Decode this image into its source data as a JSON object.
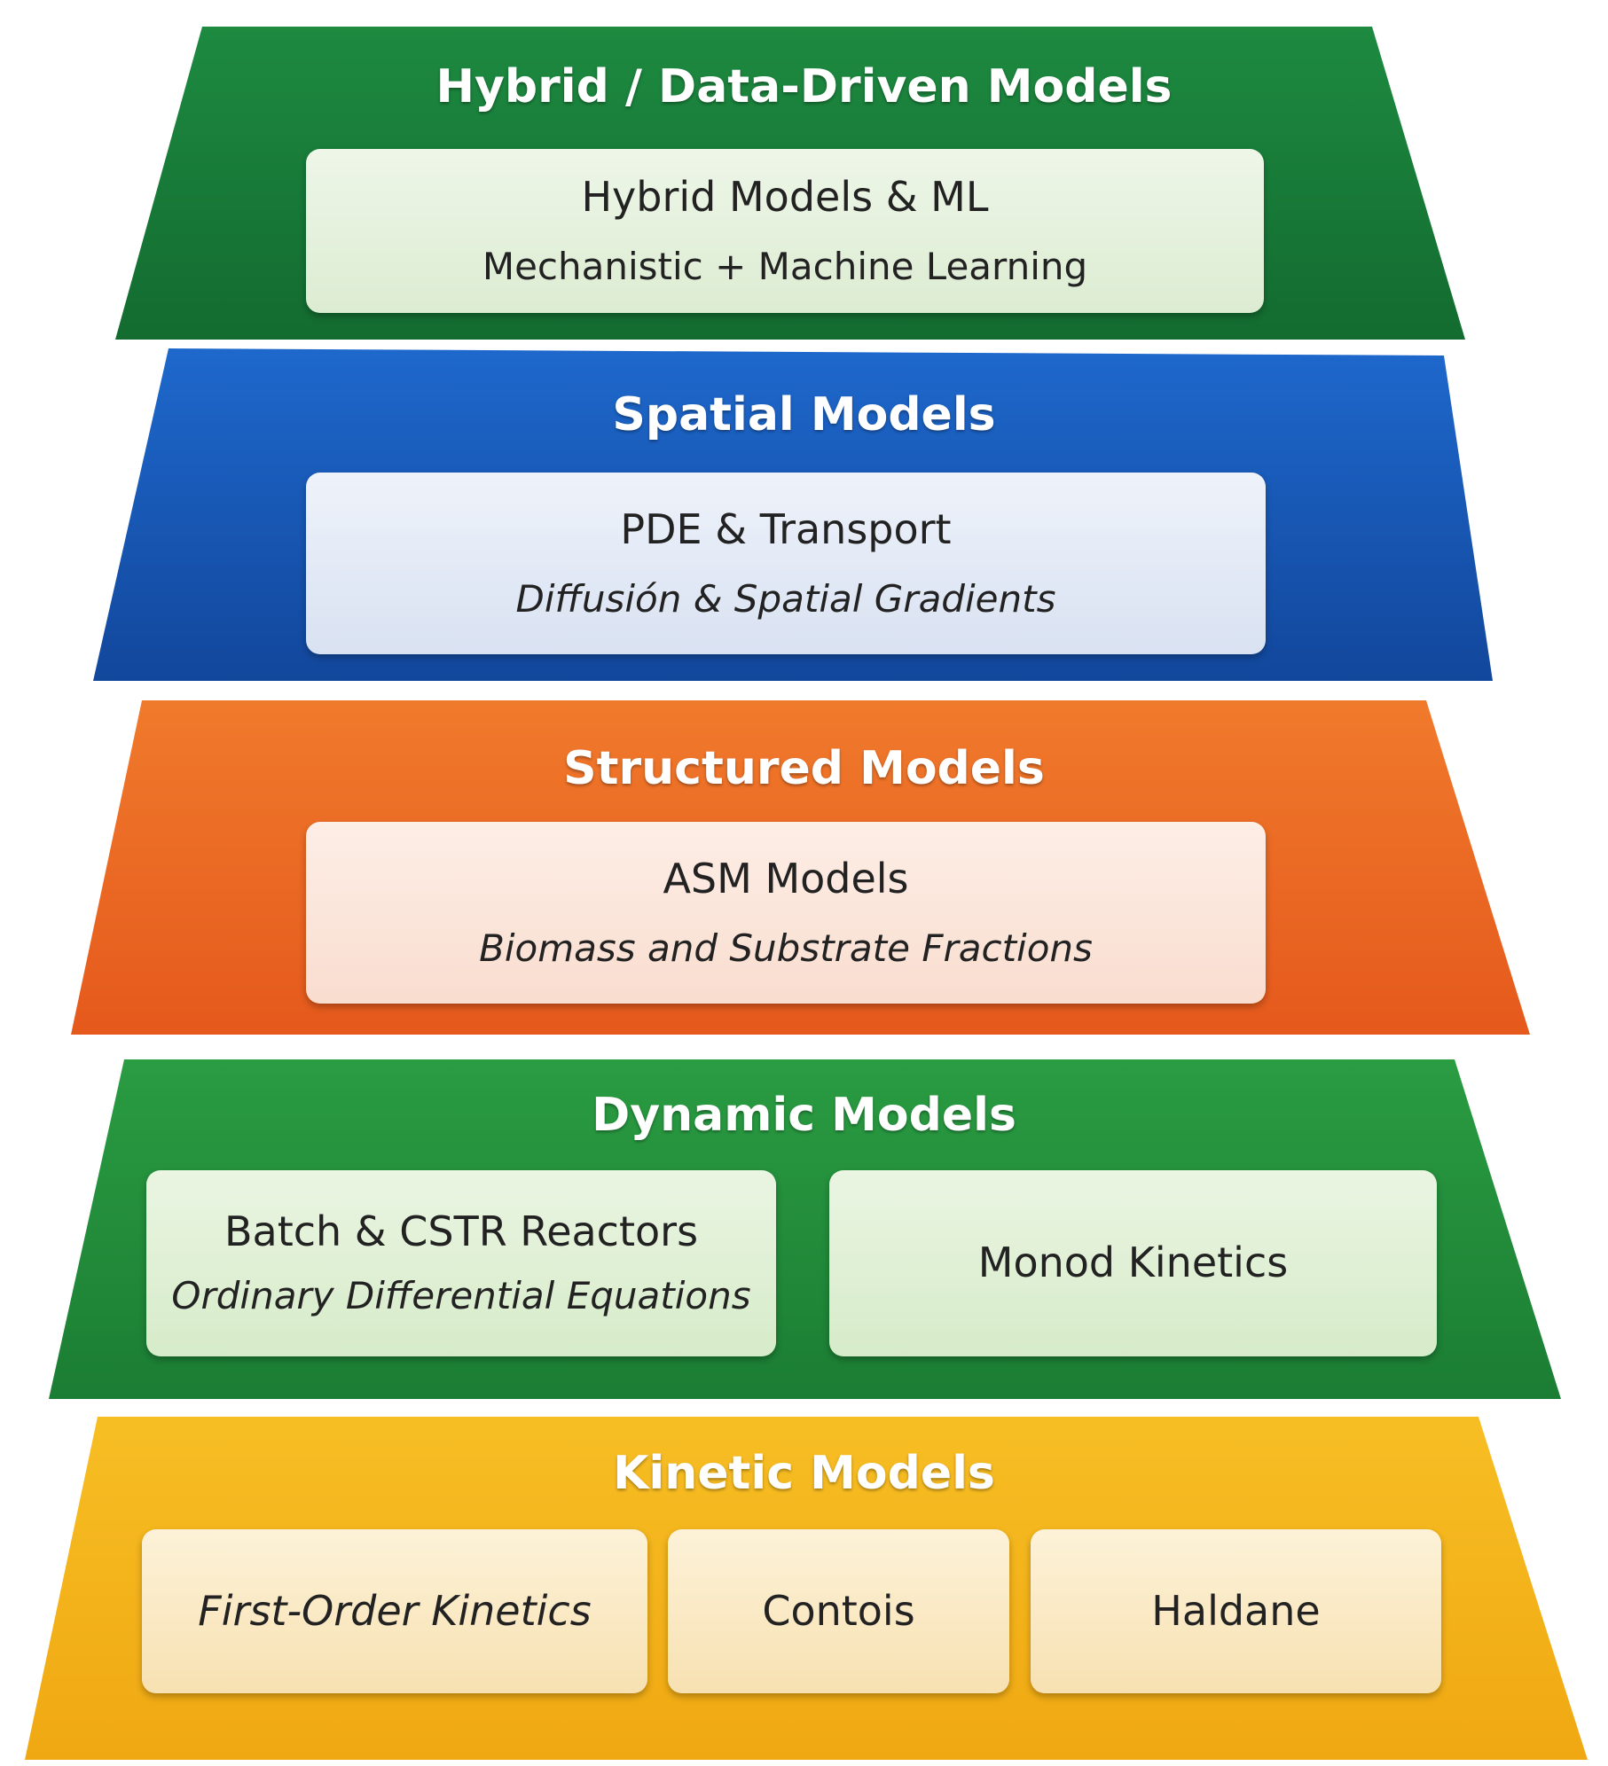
{
  "layers": {
    "hybrid": {
      "title": "Hybrid / Data-Driven Models",
      "color": "#1b7a3a",
      "box": {
        "main": "Hybrid Models & ML",
        "sub": "Mechanistic + Machine Learning"
      }
    },
    "spatial": {
      "title": "Spatial Models",
      "color": "#1857b8",
      "box": {
        "main": "PDE & Transport",
        "sub": "Diffusión & Spatial Gradients"
      }
    },
    "structured": {
      "title": "Structured Models",
      "color": "#ee6a22",
      "box": {
        "main": "ASM Models",
        "sub": "Biomass and Substrate Fractions"
      }
    },
    "dynamic": {
      "title": "Dynamic Models",
      "color": "#23913c",
      "boxes": [
        {
          "main": "Batch & CSTR Reactors",
          "sub": "Ordinary Differential Equations"
        },
        {
          "main": "Monod Kinetics"
        }
      ]
    },
    "kinetic": {
      "title": "Kinetic Models",
      "color": "#f4b61c",
      "boxes": [
        {
          "main": "First-Order Kinetics"
        },
        {
          "main": "Contois"
        },
        {
          "main": "Haldane"
        }
      ]
    }
  }
}
